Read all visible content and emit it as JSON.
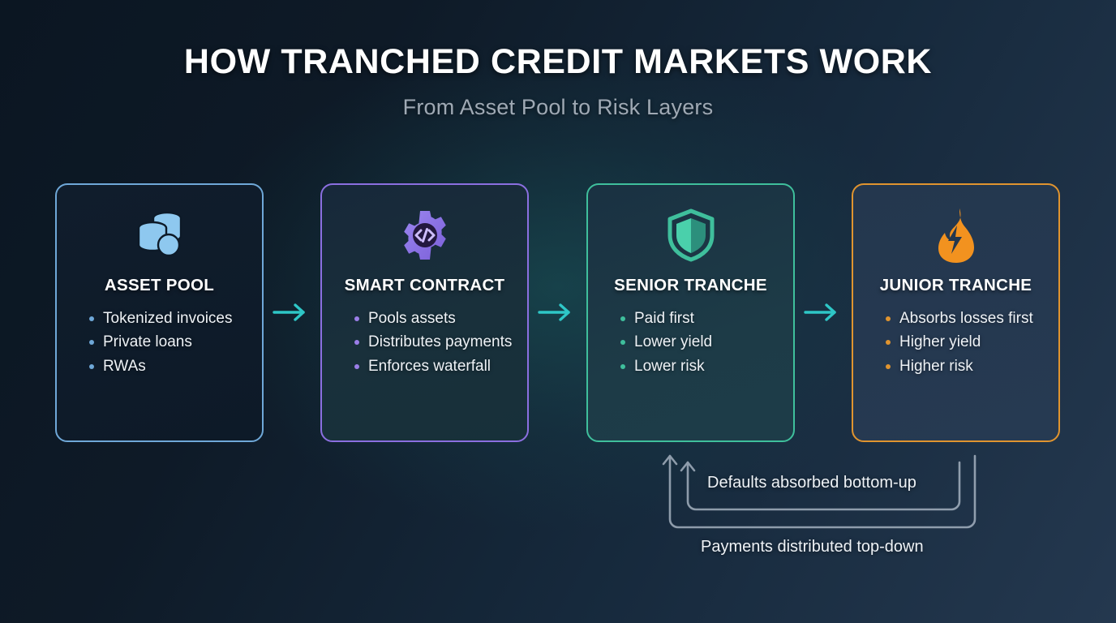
{
  "header": {
    "title": "HOW TRANCHED CREDIT MARKETS WORK",
    "subtitle": "From Asset Pool to Risk Layers"
  },
  "colors": {
    "asset_pool": "#6fa8d8",
    "smart_contract": "#9b7ee8",
    "senior_tranche": "#3fbf9c",
    "junior_tranche": "#e0942f",
    "connector_arrow": "#2ec7c7",
    "background_dark": "#0b1622",
    "background_light": "#24384f",
    "title_text": "#ffffff",
    "subtitle_text": "#9fa9b4"
  },
  "cards": [
    {
      "icon": "coins-stack-icon",
      "title": "ASSET POOL",
      "bullets": [
        "Tokenized invoices",
        "Private loans",
        "RWAs"
      ]
    },
    {
      "icon": "gear-code-icon",
      "title": "SMART CONTRACT",
      "bullets": [
        "Pools assets",
        "Distributes payments",
        "Enforces waterfall"
      ]
    },
    {
      "icon": "shield-icon",
      "title": "SENIOR TRANCHE",
      "bullets": [
        "Paid first",
        "Lower yield",
        "Lower risk"
      ]
    },
    {
      "icon": "flame-bolt-icon",
      "title": "JUNIOR TRANCHE",
      "bullets": [
        "Absorbs losses first",
        "Higher yield",
        "Higher risk"
      ]
    }
  ],
  "connectors": [
    {
      "icon": "arrow-right-icon"
    },
    {
      "icon": "arrow-right-icon"
    },
    {
      "icon": "arrow-right-icon"
    }
  ],
  "flow": {
    "defaults_label": "Defaults absorbed bottom-up",
    "payments_label": "Payments distributed top-down"
  }
}
